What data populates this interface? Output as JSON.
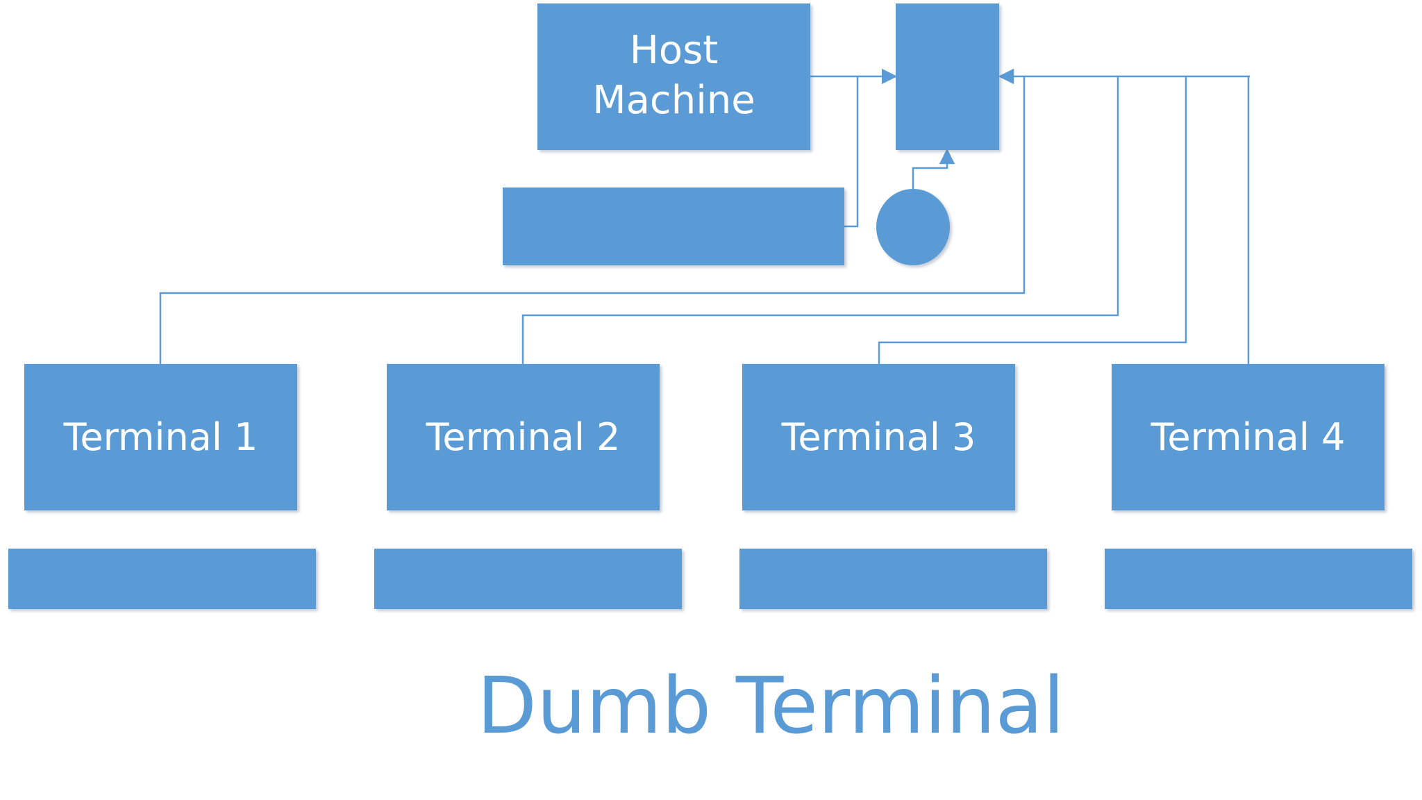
{
  "host": {
    "label": "Host\nMachine"
  },
  "terminals": [
    {
      "label": "Terminal 1"
    },
    {
      "label": "Terminal 2"
    },
    {
      "label": "Terminal 3"
    },
    {
      "label": "Terminal 4"
    }
  ],
  "caption": "Dumb Terminal",
  "colors": {
    "box_fill": "#5b9bd5",
    "connector": "#5b9bd5",
    "caption": "#5b9bd5",
    "background": "#ffffff"
  }
}
